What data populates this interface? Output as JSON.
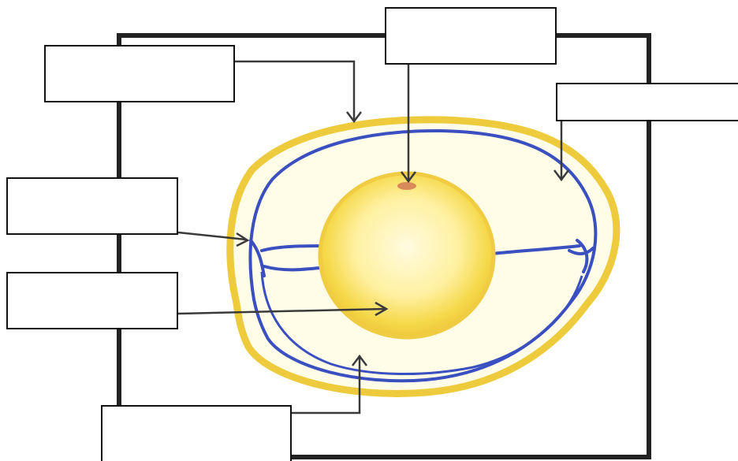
{
  "colors": {
    "frame": "#222222",
    "shell": "#eecb3c",
    "membrane": "#3a4fc0",
    "yolk": "#f3d84a",
    "yolk_center": "#fff5b0",
    "arrow": "#3a3a3a",
    "germinal_disc": "#d98a5a"
  },
  "labels": [
    {
      "id": "label-1",
      "text": ""
    },
    {
      "id": "label-2",
      "text": ""
    },
    {
      "id": "label-3",
      "text": ""
    },
    {
      "id": "label-4",
      "text": ""
    },
    {
      "id": "label-5",
      "text": ""
    },
    {
      "id": "label-6",
      "text": ""
    }
  ]
}
